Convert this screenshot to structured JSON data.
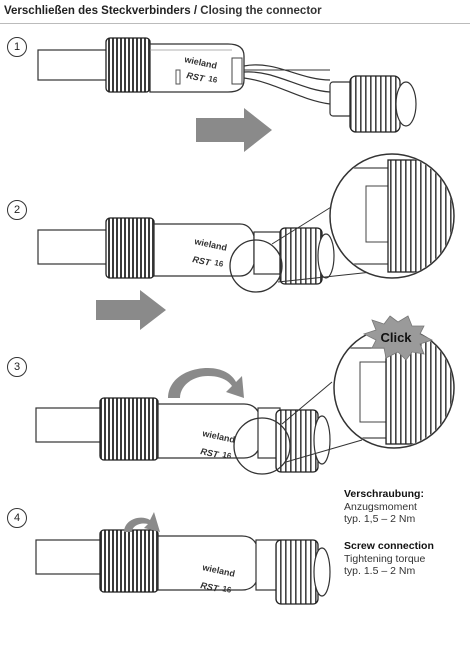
{
  "header": {
    "title_de": "Verschließen des Steckverbinders",
    "separator": "/",
    "title_en": "Closing the connector"
  },
  "steps": [
    "1",
    "2",
    "3",
    "4"
  ],
  "connector": {
    "brand": "wieland",
    "model": "RST",
    "size": "16"
  },
  "click_label": "Click",
  "torque_de": {
    "heading": "Verschraubung:",
    "line1": "Anzugsmoment",
    "line2": "typ. 1,5 – 2 Nm"
  },
  "torque_en": {
    "heading": "Screw connection",
    "line1": "Tightening torque",
    "line2": "typ. 1.5 – 2 Nm"
  },
  "colors": {
    "arrow": "#8a8a8a",
    "outline": "#333333",
    "nut": "#3a3a3a"
  },
  "icons": [
    "straight-arrow-icon",
    "rotate-arrow-icon",
    "click-burst-icon"
  ]
}
